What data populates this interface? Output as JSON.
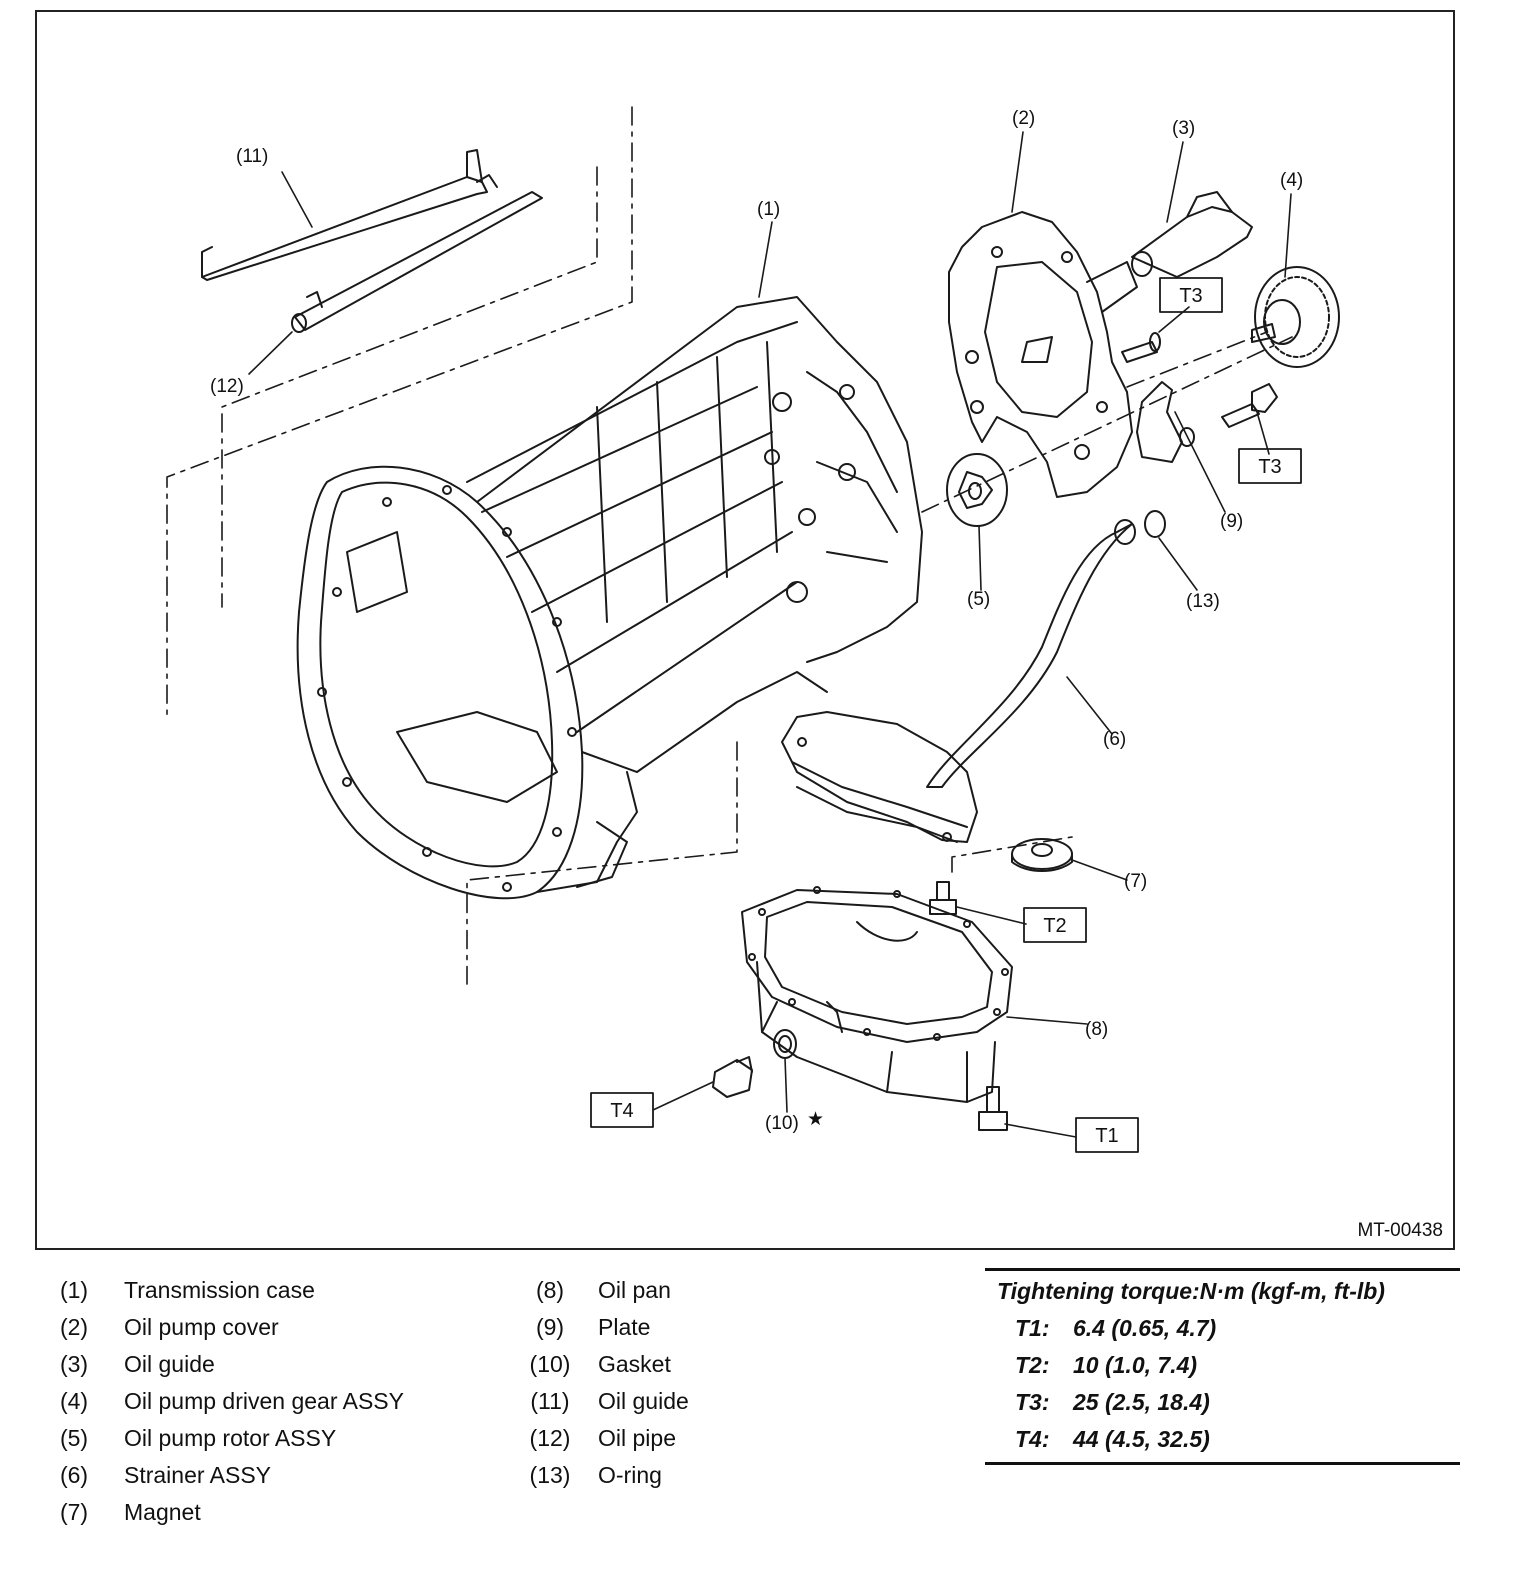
{
  "figure": {
    "id": "MT-00438",
    "callouts": [
      {
        "key": "c1",
        "label": "(1)"
      },
      {
        "key": "c2",
        "label": "(2)"
      },
      {
        "key": "c3",
        "label": "(3)"
      },
      {
        "key": "c4",
        "label": "(4)"
      },
      {
        "key": "c5",
        "label": "(5)"
      },
      {
        "key": "c6",
        "label": "(6)"
      },
      {
        "key": "c7",
        "label": "(7)"
      },
      {
        "key": "c8",
        "label": "(8)"
      },
      {
        "key": "c9",
        "label": "(9)"
      },
      {
        "key": "c10",
        "label": "(10)"
      },
      {
        "key": "c11",
        "label": "(11)"
      },
      {
        "key": "c12",
        "label": "(12)"
      },
      {
        "key": "c13",
        "label": "(13)"
      }
    ],
    "torque_tags": [
      "T1",
      "T2",
      "T3",
      "T3",
      "T4"
    ],
    "star_mark": "★"
  },
  "legend": {
    "left": [
      {
        "num": "(1)",
        "name": "Transmission case"
      },
      {
        "num": "(2)",
        "name": "Oil pump cover"
      },
      {
        "num": "(3)",
        "name": "Oil guide"
      },
      {
        "num": "(4)",
        "name": "Oil pump driven gear ASSY"
      },
      {
        "num": "(5)",
        "name": "Oil pump rotor ASSY"
      },
      {
        "num": "(6)",
        "name": "Strainer ASSY"
      },
      {
        "num": "(7)",
        "name": "Magnet"
      }
    ],
    "right": [
      {
        "num": "(8)",
        "name": "Oil pan"
      },
      {
        "num": "(9)",
        "name": "Plate"
      },
      {
        "num": "(10)",
        "name": "Gasket"
      },
      {
        "num": "(11)",
        "name": "Oil guide"
      },
      {
        "num": "(12)",
        "name": "Oil pipe"
      },
      {
        "num": "(13)",
        "name": "O-ring"
      }
    ]
  },
  "torque": {
    "header": "Tightening torque:N·m (kgf-m, ft-lb)",
    "rows": [
      {
        "key": "T1:",
        "value": "6.4 (0.65, 4.7)"
      },
      {
        "key": "T2:",
        "value": "10 (1.0, 7.4)"
      },
      {
        "key": "T3:",
        "value": "25 (2.5, 18.4)"
      },
      {
        "key": "T4:",
        "value": "44 (4.5, 32.5)"
      }
    ]
  }
}
